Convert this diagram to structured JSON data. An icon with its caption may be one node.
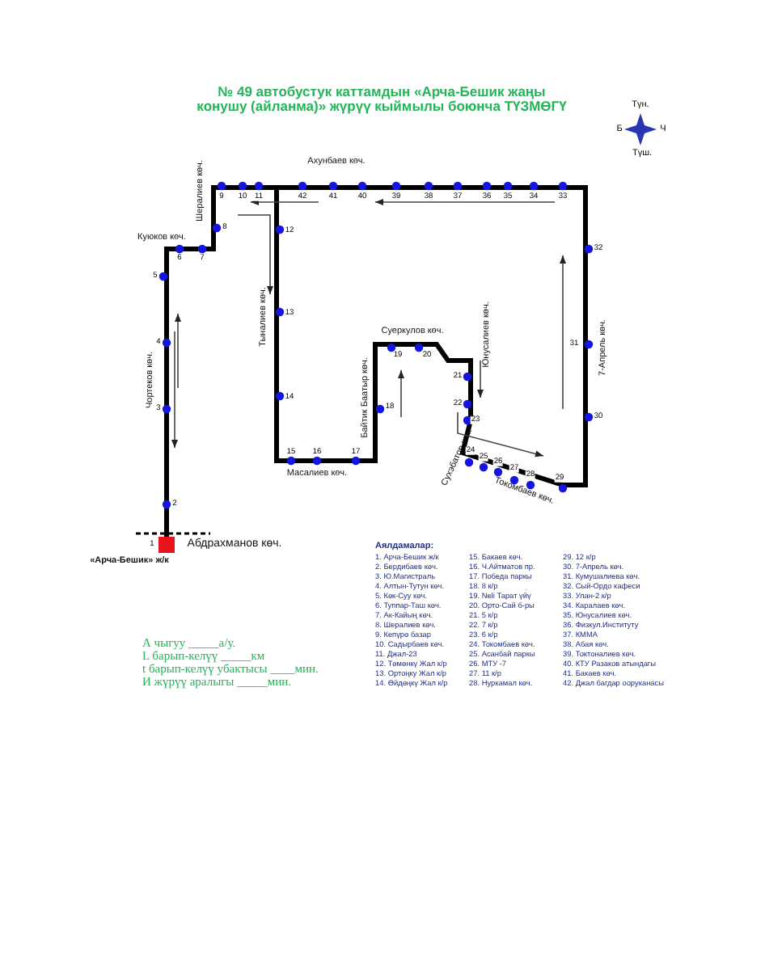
{
  "diagram": {
    "title": "№ 49  автобустук каттамдын «Арча-Бешик жаңы конушу (айланма)» жүрүү кыймылы боюнча ТҮЗМӨГҮ",
    "labels": [
      "Түн.",
      "Б",
      "Ч",
      "Түш.",
      "Ахунбаев көч.",
      "Шералиев көч.",
      "Куюков көч.",
      "Чортеков көч.",
      "Тыналиев көч.",
      "Суеркулов көч.",
      "Байтик Баатыр көч.",
      "Юнусалиев көч.",
      "7-Апрель көч.",
      "Масалиев көч.",
      "Сухэбатор көч.",
      "Токомбаев көч.",
      "Абдрахманов көч.",
      "«Арча-Бешик» ж/к",
      "1",
      "2",
      "3",
      "4",
      "5",
      "6",
      "7",
      "8",
      "9",
      "10",
      "11",
      "12",
      "13",
      "14",
      "15",
      "16",
      "17",
      "18",
      "19",
      "20",
      "21",
      "22",
      "23",
      "24",
      "25",
      "26",
      "27",
      "28",
      "29",
      "30",
      "31",
      "32",
      "33",
      "34",
      "35",
      "36",
      "37",
      "38",
      "39",
      "40",
      "41",
      "42",
      "Аялдамалар:",
      "1. Арча-Бешик ж/к",
      "2. Бердибаев көч.",
      "3. Ю.Магистраль",
      "4. Алтын-Тутун көч.",
      "5. Көк-Суу көч.",
      "6. Туппар-Таш көч.",
      "7. Ак-Кайың көч.",
      "8. Шералиев көч.",
      "9. Кепүрө базар",
      "10. Садырбаев көч.",
      "11. Джал-23",
      "12. Төмөнкү Жал к/р",
      "13. Ортоңку Жал к/р",
      "14. Өйдөңкү Жал к/р",
      "15.  Бакаев көч.",
      "16. Ч.Айтматов пр.",
      "17. Победа паркы",
      "18. 8 к/р",
      "19. Neli Тарат үйү",
      "20. Орто-Сай б-ры",
      "21. 5 к/р",
      "22. 7 к/р",
      "23. 6 к/р",
      "24. Токомбаев көч.",
      "25. Асанбай паркы",
      "26. МТУ -7",
      "27. 11 к/р",
      "28. Нуркамал көч.",
      "29. 12 к/р",
      "30. 7-Апрель көч.",
      "31. Кумушалиева көч.",
      "32. Сый-Ордо кафеси",
      "33. Улан-2 к/р",
      "34. Каралаев көч.",
      "35. Юнусалиев көч.",
      "36. Физкул.Институту",
      "37. КММА",
      "38. Абая көч.",
      "39. Токтоналиев көч.",
      "40. КТУ Разаков атындагы",
      "41. Бакаев көч.",
      "42. Джал багдар ооруканасы",
      "А чыгуу _____а/у.",
      "L барып-келүү _____км",
      "t барып-келүү убактысы ____мин.",
      "И жүрүү аралыгы _____мин."
    ]
  }
}
